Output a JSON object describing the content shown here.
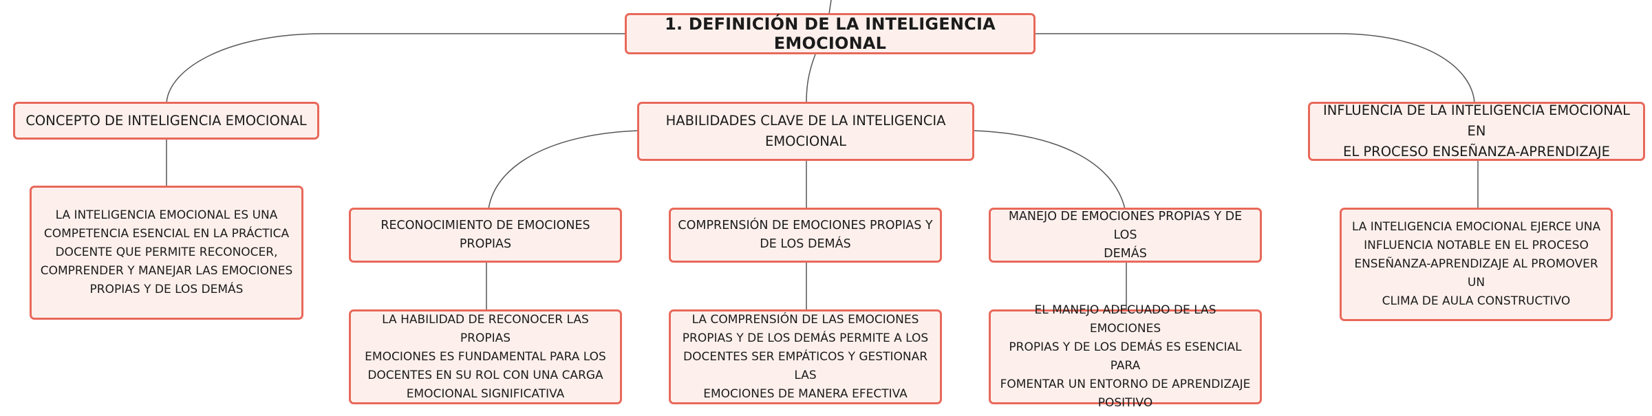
{
  "root": {
    "label": "1. DEFINICIÓN DE LA INTELIGENCIA EMOCIONAL"
  },
  "branches": {
    "concepto": {
      "label": "CONCEPTO DE INTELIGENCIA EMOCIONAL",
      "detail": "LA INTELIGENCIA EMOCIONAL ES UNA\nCOMPETENCIA ESENCIAL EN LA PRÁCTICA\nDOCENTE QUE PERMITE RECONOCER,\nCOMPRENDER Y MANEJAR LAS EMOCIONES\nPROPIAS Y DE LOS DEMÁS"
    },
    "habilidades": {
      "label": "HABILIDADES CLAVE DE LA INTELIGENCIA\nEMOCIONAL",
      "children": {
        "reconocimiento": {
          "label": "RECONOCIMIENTO DE EMOCIONES PROPIAS",
          "detail": "LA HABILIDAD DE RECONOCER LAS PROPIAS\nEMOCIONES ES FUNDAMENTAL PARA LOS\nDOCENTES EN SU ROL CON UNA CARGA\nEMOCIONAL SIGNIFICATIVA"
        },
        "comprension": {
          "label": "COMPRENSIÓN DE EMOCIONES PROPIAS Y\nDE LOS DEMÁS",
          "detail": "LA COMPRENSIÓN DE LAS EMOCIONES\nPROPIAS Y DE LOS DEMÁS PERMITE A LOS\nDOCENTES SER EMPÁTICOS Y GESTIONAR LAS\nEMOCIONES DE MANERA EFECTIVA"
        },
        "manejo": {
          "label": "MANEJO DE EMOCIONES PROPIAS Y DE LOS\nDEMÁS",
          "detail": "EL MANEJO ADECUADO DE LAS EMOCIONES\nPROPIAS Y DE LOS DEMÁS ES ESENCIAL PARA\nFOMENTAR UN ENTORNO DE APRENDIZAJE\nPOSITIVO"
        }
      }
    },
    "influencia": {
      "label": "INFLUENCIA DE LA INTELIGENCIA EMOCIONAL EN\nEL PROCESO ENSEÑANZA-APRENDIZAJE",
      "detail": "LA INTELIGENCIA EMOCIONAL EJERCE UNA\nINFLUENCIA NOTABLE EN EL PROCESO\nENSEÑANZA-APRENDIZAJE AL PROMOVER UN\nCLIMA DE AULA CONSTRUCTIVO"
    }
  },
  "colors": {
    "node_border": "#e8685a",
    "node_fill": "#fdf0ec",
    "connector": "#555555",
    "text": "#1b1b1b"
  }
}
